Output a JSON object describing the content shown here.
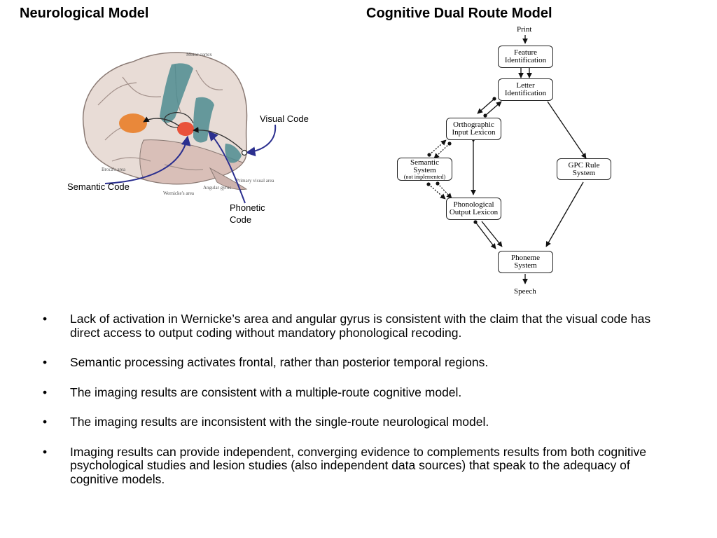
{
  "headings": {
    "left": "Neurological Model",
    "right": "Cognitive Dual Route Model"
  },
  "brain": {
    "labels": [
      "Motor cortex",
      "Broca's area",
      "Wernicke's area",
      "Angular gyrus",
      "Primary visual area"
    ],
    "callouts": {
      "visual": "Visual Code",
      "semantic": "Semantic Code",
      "phonetic": "Phonetic Code"
    },
    "arrow_color": "#2b2f8f"
  },
  "dual_route": {
    "input": "Print",
    "output": "Speech",
    "nodes": {
      "feature": [
        "Feature",
        "Identification"
      ],
      "letter": [
        "Letter",
        "Identification"
      ],
      "orthographic": [
        "Orthographic",
        "Input Lexicon"
      ],
      "semantic": [
        "Semantic",
        "System"
      ],
      "semantic_note": "(not implemented)",
      "gpc": [
        "GPC Rule",
        "System"
      ],
      "phonological": [
        "Phonological",
        "Output Lexicon"
      ],
      "phoneme": [
        "Phoneme",
        "System"
      ]
    }
  },
  "bullets": [
    "Lack of activation in Wernicke’s area and angular gyrus is consistent with the claim that the visual code has direct access to output coding without mandatory phonological recoding.",
    "Semantic processing activates frontal, rather than posterior temporal regions.",
    "The imaging results are consistent with a multiple-route cognitive model.",
    "The imaging results are inconsistent with the single-route neurological model.",
    "Imaging results can provide independent, converging evidence to complements results from both cognitive psychological studies and lesion studies (also independent data sources) that speak to the adequacy of cognitive models."
  ]
}
